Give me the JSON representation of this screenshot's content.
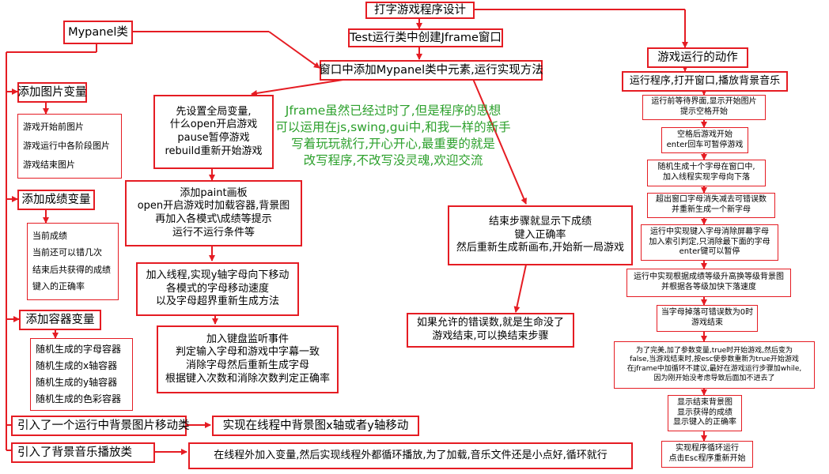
{
  "title": "打字游戏程序设计",
  "test_node": "Test运行类中创建Jframe窗口",
  "window_node": "窗口中添加Mypanel类中元素,运行实现方法",
  "mypanel": "Mypanel类",
  "image_vars": {
    "title": "添加图片变量",
    "items": [
      "游戏开始前图片",
      "游戏运行中各阶段图片",
      "游戏结束图片"
    ]
  },
  "score_vars": {
    "title": "添加成绩变量",
    "items": [
      "当前成绩",
      "当前还可以错几次",
      "结束后共获得的成绩",
      "键入的正确率"
    ]
  },
  "container_vars": {
    "title": "添加容器变量",
    "items": [
      "随机生成的字母容器",
      "随机生成的x轴容器",
      "随机生成的y轴容器",
      "随机生成的色彩容器"
    ]
  },
  "bg_move": {
    "label": "引入了一个运行中背景图片移动类",
    "detail": "实现在线程中背景图x轴或者y轴移动"
  },
  "bg_music": {
    "label": "引入了背景音乐播放类",
    "detail": "在线程外加入变量,然后实现线程外都循环播放,为了加载,音乐文件还是小点好,循环就行"
  },
  "steps": {
    "globals": [
      "先设置全局变量,",
      "什么open开启游戏",
      "pause暂停游戏",
      "rebuild重新开始游戏"
    ],
    "paint": [
      "添加paint画板",
      "open开启游戏时加载容器,背景图",
      "再加入各模式\\成绩等提示",
      "运行不运行条件等"
    ],
    "thread": [
      "加入线程,实现y轴字母向下移动",
      "各模式的字母移动速度",
      "以及字母超界重新生成方法"
    ],
    "keyboard": [
      "加入键盘监听事件",
      "判定输入字母和游戏中字幕一致",
      "消除字母然后重新生成字母",
      "根据键入次数和消除次数判定正确率"
    ]
  },
  "end_steps": [
    "结束步骤就显示下成绩",
    "键入正确率",
    "然后重新生成新画布,开始新一局游戏"
  ],
  "lives": [
    "如果允许的错误数,就是生命没了",
    "游戏结束,可以换结束步骤"
  ],
  "note": [
    "Jframe虽然已经过时了,但是程序的思想",
    "可以运用在js,swing,gui中,和我一样的新手",
    "写着玩玩就行,开心开心,最重要的就是",
    "改写程序,不改写没灵魂,欢迎交流"
  ],
  "actions": {
    "title": "游戏运行的动作",
    "run": "运行程序,打开窗口,播放背景音乐",
    "items": [
      [
        "运行前等待界面,显示开始图片",
        "提示空格开始"
      ],
      [
        "空格后游戏开始",
        "enter回车可暂停游戏"
      ],
      [
        "随机生成十个字母在窗口中,",
        "加入线程实现字母向下落"
      ],
      [
        "超出窗口字母消失减去可错误数",
        "并重新生成一个新字母"
      ],
      [
        "运行中实现键入字母消除屏幕字母",
        "加入索引判定,只消除最下面的字母",
        "enter键可以暂停"
      ],
      [
        "运行中实现根据成绩等级升高换等级背景图",
        "并根据各等级加快下落速度"
      ],
      [
        "当字母掉落可错误数为0时",
        "游戏结束"
      ],
      [
        "为了完美,加了参数变量,true时开始游戏,然后变为",
        "false,当游戏结束时,按esc使参数重新为true开始游戏",
        "在jframe中加循环不建议,最好在游戏运行步骤加while,",
        "因为刚开始没考虑导致后面加不进去了"
      ],
      [
        "显示结束背景图",
        "显示获得的成绩",
        "显示键入的正确率"
      ],
      [
        "实现程序循环运行",
        "点击Esc程序重新开始"
      ]
    ]
  },
  "colors": {
    "box_border": "#e51c23",
    "line": "#e51c23",
    "note_text": "#2ca02c"
  }
}
